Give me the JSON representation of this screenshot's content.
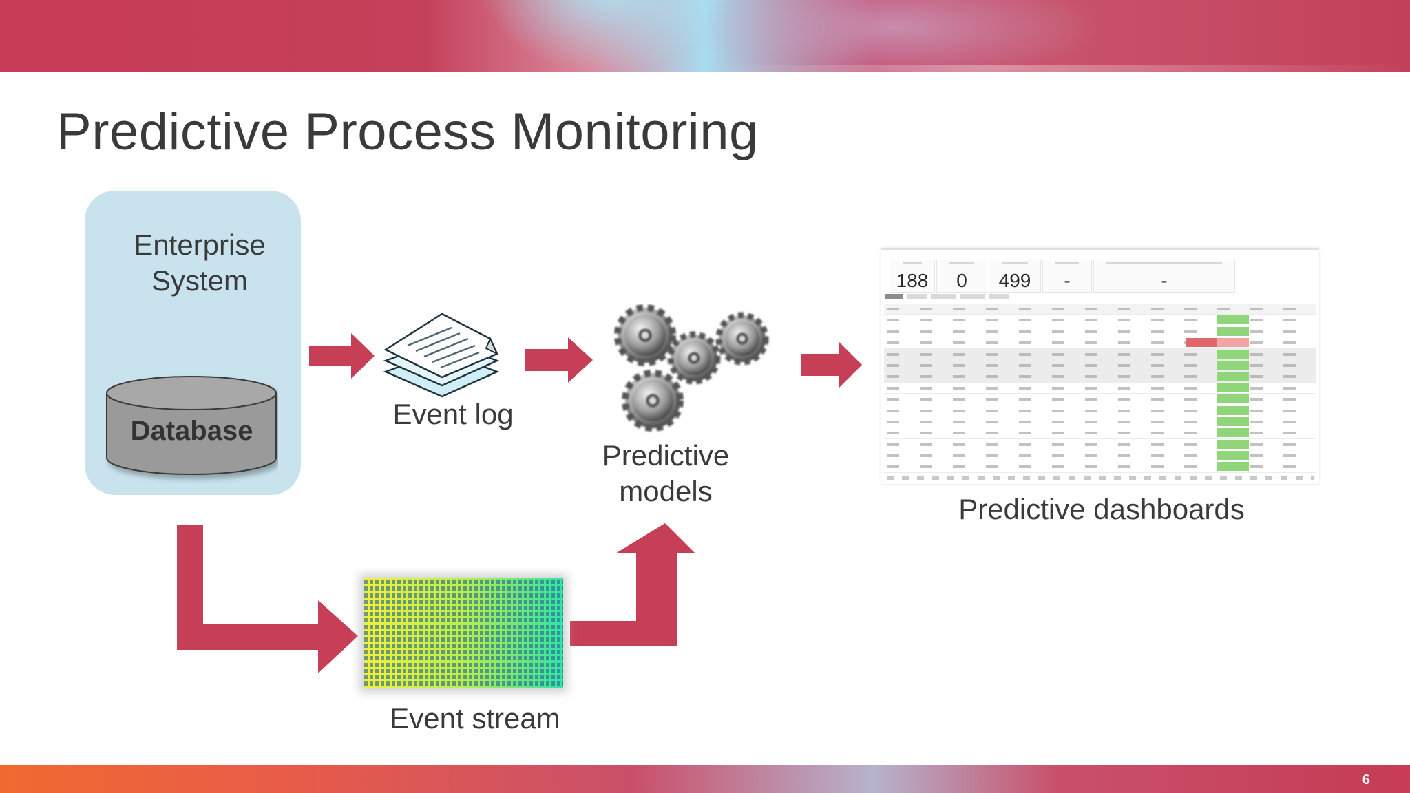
{
  "slide": {
    "title": "Predictive Process Monitoring",
    "page_number": "6"
  },
  "colors": {
    "arrow": "#c63f57",
    "enterprise_box": "#c9e3ee",
    "database_fill": "#9a9a9a",
    "highlight_red": "#e2676a",
    "highlight_green": "#8fd67a"
  },
  "enterprise": {
    "label": "Enterprise\nSystem",
    "database_label": "Database"
  },
  "nodes": {
    "event_log": "Event log",
    "predictive_models": "Predictive\nmodels",
    "event_stream": "Event stream",
    "dashboards": "Predictive dashboards"
  },
  "icons": {
    "event_log": "stacked-documents-icon",
    "predictive_models": "gears-icon",
    "event_stream": "terminal-stream-icon",
    "dashboards": "dashboard-screenshot"
  },
  "dashboard": {
    "kpis": [
      "188",
      "0",
      "499",
      "-",
      "-"
    ]
  }
}
